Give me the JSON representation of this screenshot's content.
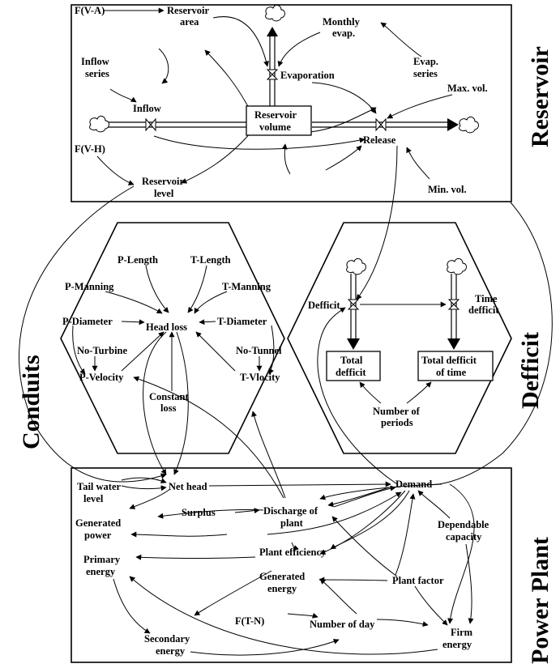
{
  "sections": {
    "reservoir": "Reservoir",
    "conduits": "Conduits",
    "defficit": "Defficit",
    "power_plant": "Power Plant"
  },
  "labels": {
    "f_v_a": "F(V-A)",
    "reservoir_area": "Reservoir",
    "reservoir_area_2": "area",
    "monthly_evap": "Monthly",
    "monthly_evap_2": "evap.",
    "inflow_series": "Inflow",
    "inflow_series_2": "series",
    "evap_series": "Evap.",
    "evap_series_2": "series",
    "evaporation": "Evaporation",
    "max_vol": "Max. vol.",
    "inflow": "Inflow",
    "reservoir_volume": "Reservoir",
    "reservoir_volume_2": "volume",
    "release": "Release",
    "f_v_h": "F(V-H)",
    "reservoir_level": "Reservoir",
    "reservoir_level_2": "level",
    "min_vol": "Min. vol.",
    "p_length": "P-Length",
    "t_length": "T-Length",
    "p_manning": "P-Manning",
    "t_manning": "T-Manning",
    "p_diameter": "P-Diameter",
    "t_diameter": "T-Diameter",
    "head_loss": "Head loss",
    "no_turbine": "No-Turbine",
    "no_tunnel": "No-Tunnel",
    "p_velocity": "P-Velocity",
    "t_vlocity": "T-Vlocity",
    "constant_loss": "Constant",
    "constant_loss_2": "loss",
    "defficit": "Defficit",
    "time_defficit": "Time",
    "time_defficit_2": "defficit",
    "total_defficit": "Total",
    "total_defficit_2": "defficit",
    "total_defficit_time": "Total defficit",
    "total_defficit_time_2": "of time",
    "number_of_periods": "Number of",
    "number_of_periods_2": "periods",
    "tail_water_level": "Tail water",
    "tail_water_level_2": "level",
    "net_head": "Net head",
    "demand": "Demand",
    "generated_power": "Generated",
    "generated_power_2": "power",
    "surplus": "Surplus",
    "discharge_of_plant": "Discharge of",
    "discharge_of_plant_2": "plant",
    "dependable_capacity": "Dependable",
    "dependable_capacity_2": "capacity",
    "plant_efficiency": "Plant efficiency",
    "primary_energy": "Primary",
    "primary_energy_2": "energy",
    "generated_energy": "Generated",
    "generated_energy_2": "energy",
    "plant_factor": "Plant factor",
    "f_t_n": "F(T-N)",
    "number_of_day": "Number of day",
    "secondary_energy": "Secondary",
    "secondary_energy_2": "energy",
    "firm_energy": "Firm",
    "firm_energy_2": "energy"
  }
}
